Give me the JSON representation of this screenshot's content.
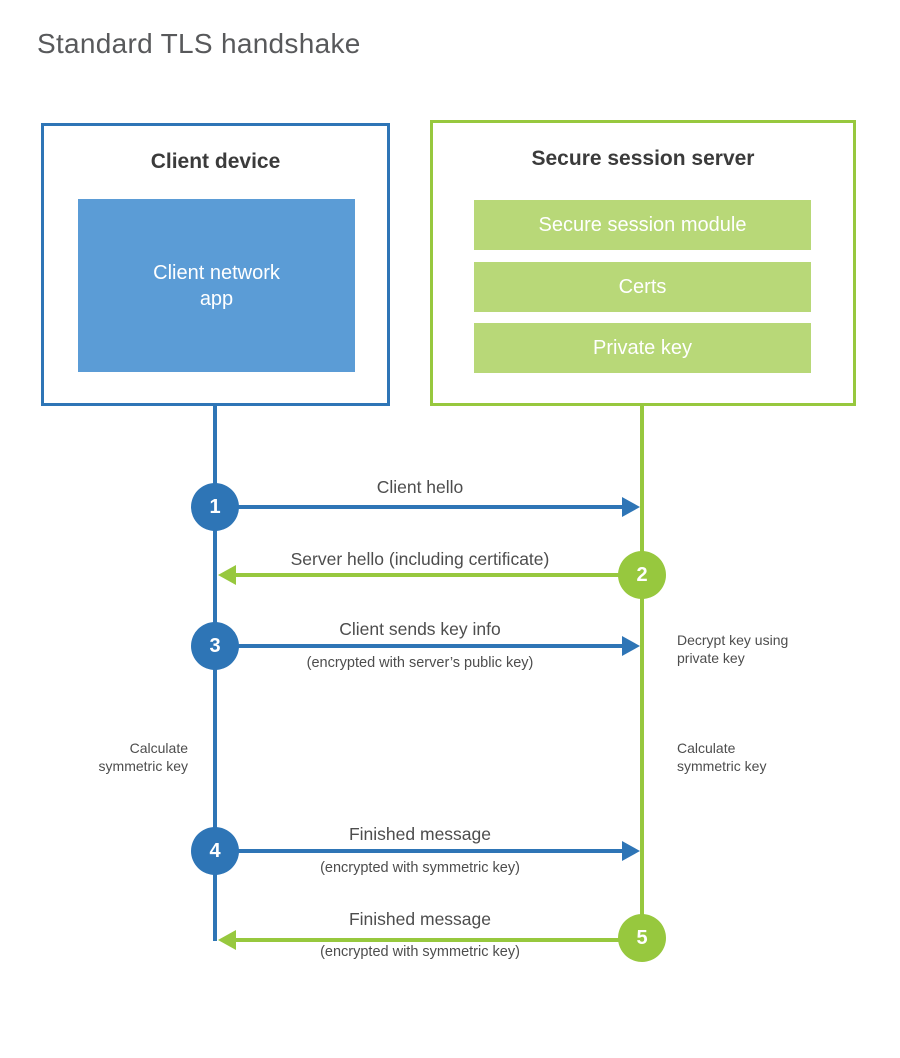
{
  "title": "Standard TLS handshake",
  "client": {
    "heading": "Client device",
    "app_label": "Client network\napp"
  },
  "server": {
    "heading": "Secure session server",
    "modules": [
      "Secure session module",
      "Certs",
      "Private key"
    ]
  },
  "steps": [
    {
      "number": "1",
      "actor": "client",
      "direction": "right",
      "label": "Client hello"
    },
    {
      "number": "2",
      "actor": "server",
      "direction": "left",
      "label": "Server hello (including certificate)"
    },
    {
      "number": "3",
      "actor": "client",
      "direction": "right",
      "label": "Client sends key info",
      "sublabel": "(encrypted with server’s public key)"
    },
    {
      "number": "4",
      "actor": "client",
      "direction": "right",
      "label": "Finished message",
      "sublabel": "(encrypted with symmetric key)"
    },
    {
      "number": "5",
      "actor": "server",
      "direction": "left",
      "label": "Finished message",
      "sublabel": "(encrypted with symmetric key)"
    }
  ],
  "annotations": {
    "decrypt_note": "Decrypt key using\nprivate key",
    "calculate_left": "Calculate\nsymmetric key",
    "calculate_right": "Calculate\nsymmetric key"
  },
  "colors": {
    "client_blue": "#2e75b6",
    "client_fill_blue": "#5b9cd6",
    "server_green": "#97c83e",
    "server_fill_green": "#b8d878",
    "heading_text": "#3b3b3b",
    "label_text": "#4d4d4d",
    "title_text": "#58595b"
  }
}
